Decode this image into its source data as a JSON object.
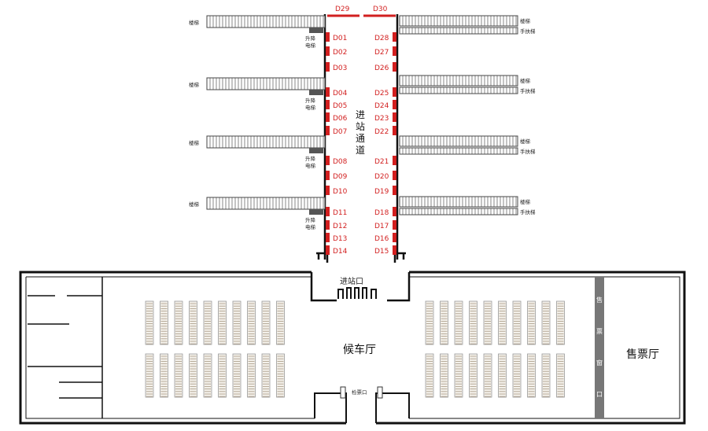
{
  "colors": {
    "gate": "#d21f1f",
    "wall": "#111111",
    "stair": "#444444",
    "window": "#777777"
  },
  "platform": {
    "top_gates": [
      "D29",
      "D30"
    ],
    "left_gates": [
      "D01",
      "D02",
      "D03",
      "D04",
      "D05",
      "D06",
      "D07",
      "D08",
      "D09",
      "D10",
      "D11",
      "D12",
      "D13",
      "D14"
    ],
    "right_gates": [
      "D28",
      "D27",
      "D26",
      "D25",
      "D24",
      "D23",
      "D22",
      "D21",
      "D20",
      "D19",
      "D18",
      "D17",
      "D16",
      "D15"
    ],
    "corridor_label": [
      "进",
      "站",
      "通",
      "道"
    ],
    "stairs_label": "楼梯",
    "escalator_label": "手扶梯",
    "elevator_label": [
      "升降",
      "电梯"
    ]
  },
  "hall": {
    "waiting_hall": "候车厅",
    "entrance": "进站口",
    "ticket_check": "检票口",
    "ticket_hall": "售票厅",
    "ticket_window": [
      "售",
      "票",
      "窗",
      "口"
    ]
  }
}
